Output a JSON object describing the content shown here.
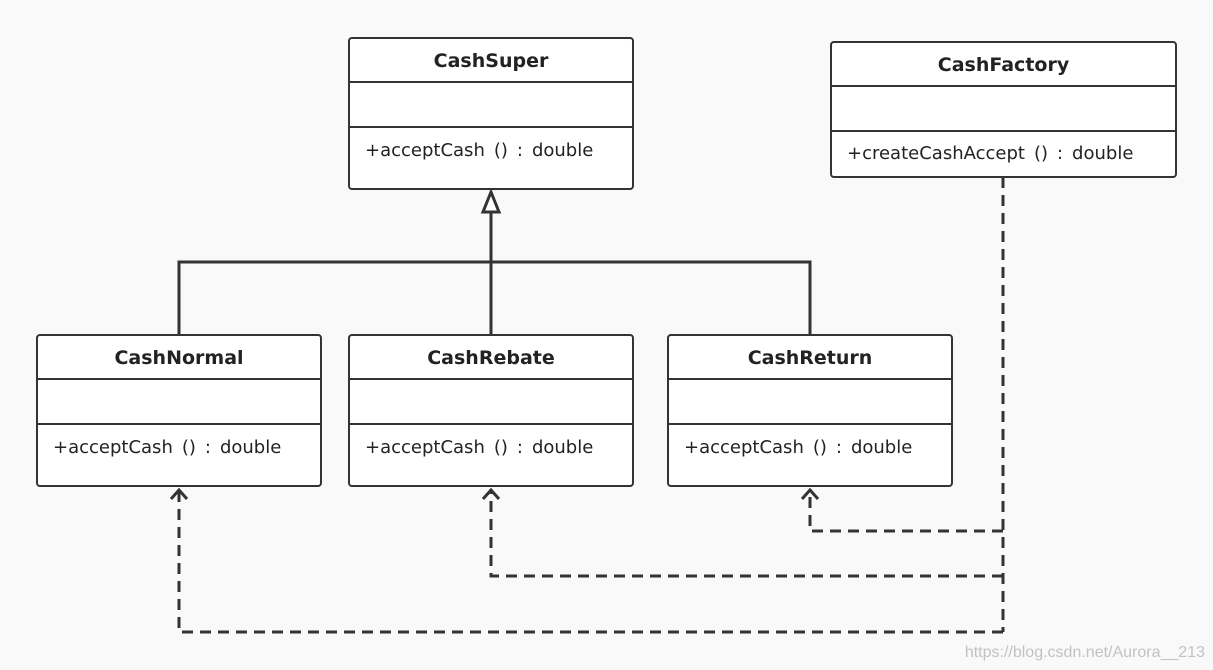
{
  "classes": {
    "cash_super": {
      "name": "CashSuper",
      "operation": "+acceptCash () : double"
    },
    "cash_factory": {
      "name": "CashFactory",
      "operation": "+createCashAccept () : double"
    },
    "cash_normal": {
      "name": "CashNormal",
      "operation": "+acceptCash () : double"
    },
    "cash_rebate": {
      "name": "CashRebate",
      "operation": "+acceptCash () : double"
    },
    "cash_return": {
      "name": "CashReturn",
      "operation": "+acceptCash () : double"
    }
  },
  "relations": [
    {
      "type": "generalization",
      "from": "CashNormal",
      "to": "CashSuper"
    },
    {
      "type": "generalization",
      "from": "CashRebate",
      "to": "CashSuper"
    },
    {
      "type": "generalization",
      "from": "CashReturn",
      "to": "CashSuper"
    },
    {
      "type": "dependency",
      "from": "CashFactory",
      "to": "CashNormal"
    },
    {
      "type": "dependency",
      "from": "CashFactory",
      "to": "CashRebate"
    },
    {
      "type": "dependency",
      "from": "CashFactory",
      "to": "CashReturn"
    }
  ],
  "colors": {
    "background": "#f9f9f9",
    "line": "#333333",
    "box_fill": "#ffffff",
    "watermark": "#c2c2c2"
  },
  "watermark": "https://blog.csdn.net/Aurora__213"
}
